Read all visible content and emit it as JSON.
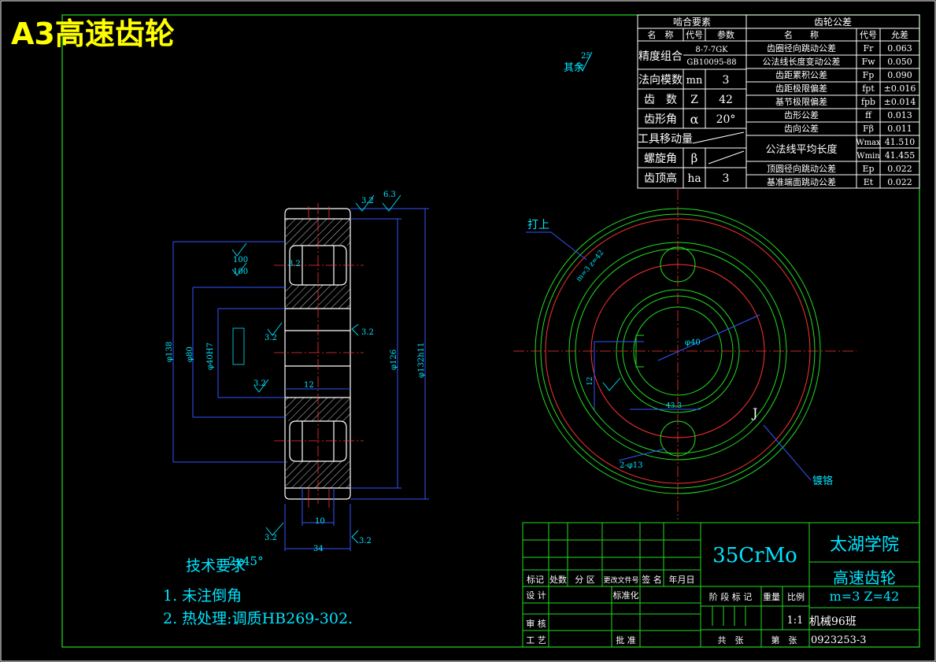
{
  "sheet_title": "A3高速齿轮",
  "roughness_other": "其余",
  "roughness_other_value": "25",
  "mesh_table": {
    "header": "啮合要素",
    "col_headers": [
      "名　称",
      "代号",
      "参数"
    ],
    "rows": [
      {
        "name": "精度组合",
        "code": "",
        "value": "8-7-7GK",
        "value2": "GB10095-88"
      },
      {
        "name": "法向模数",
        "code": "mn",
        "value": "3"
      },
      {
        "name": "齿　数",
        "code": "Z",
        "value": "42"
      },
      {
        "name": "齿形角",
        "code": "α",
        "value": "20°"
      },
      {
        "name": "工具移动量",
        "code": "",
        "value": ""
      },
      {
        "name": "螺旋角",
        "code": "β",
        "value": ""
      },
      {
        "name": "齿顶高",
        "code": "ha",
        "value": "3"
      }
    ]
  },
  "tolerance_table": {
    "header": "齿轮公差",
    "col_headers": [
      "名　　称",
      "代号",
      "允差"
    ],
    "rows": [
      {
        "name": "齿圈径向跳动公差",
        "code": "Fr",
        "value": "0.063"
      },
      {
        "name": "公法线长度变动公差",
        "code": "Fw",
        "value": "0.050"
      },
      {
        "name": "齿距累积公差",
        "code": "Fp",
        "value": "0.090"
      },
      {
        "name": "齿距极限偏差",
        "code": "fpt",
        "value": "±0.016"
      },
      {
        "name": "基节极限偏差",
        "code": "fpb",
        "value": "±0.014"
      },
      {
        "name": "齿形公差",
        "code": "ff",
        "value": "0.013"
      },
      {
        "name": "齿向公差",
        "code": "Fβ",
        "value": "0.011"
      },
      {
        "name": "公法线平均长度",
        "code": "Wmax",
        "value": "41.510",
        "code2": "Wmin",
        "value2": "41.455"
      },
      {
        "name": "顶圆径向跳动公差",
        "code": "Ep",
        "value": "0.022"
      },
      {
        "name": "基准端面跳动公差",
        "code": "Et",
        "value": "0.022"
      }
    ]
  },
  "side_view": {
    "roughness": [
      "3.2",
      "6.3",
      "3.2",
      "3.2",
      "3.2",
      "3.2",
      "3.2",
      "3.2"
    ],
    "dim_100a": "100",
    "dim_100b": "100",
    "dim_phi40": "φ40H7",
    "dim_key": "12",
    "dim_width": "34",
    "dim_hub": "10",
    "dim_chamfer": "2x45°",
    "dim_v1": "φ138",
    "dim_v2": "φ80",
    "dim_v3": "φ126",
    "dim_v4": "φ132h11"
  },
  "front_view": {
    "label_dashang": "打上",
    "label_j": "J",
    "label_dukong": "镀铬",
    "dim_holes": "2-φ13",
    "dim_bore": "φ40",
    "dim_keyway": "43.3",
    "dim_keywidth": "12",
    "dim_pitch": "m=3 z=42"
  },
  "tech_req": {
    "title": "技术要求",
    "items": [
      "1. 未注倒角",
      "2. 热处理:调质HB269-302."
    ]
  },
  "title_block": {
    "material": "35CrMo",
    "school": "太湖学院",
    "part_name": "高速齿轮",
    "part_params": "m=3  Z=42",
    "class": "机械96班",
    "drawing_no": "0923253-3",
    "scale": "1:1",
    "labels": {
      "mark": "标记",
      "count": "处数",
      "zone": "分 区",
      "doc": "更改文件号",
      "sign": "签 名",
      "date": "年月日",
      "design": "设 计",
      "standard": "标准化",
      "stage": "阶 段 标 记",
      "weight": "重量",
      "ratio": "比例",
      "review": "审 核",
      "process": "工 艺",
      "approve": "批 准",
      "total": "共　张",
      "sheet": "第　张"
    }
  }
}
